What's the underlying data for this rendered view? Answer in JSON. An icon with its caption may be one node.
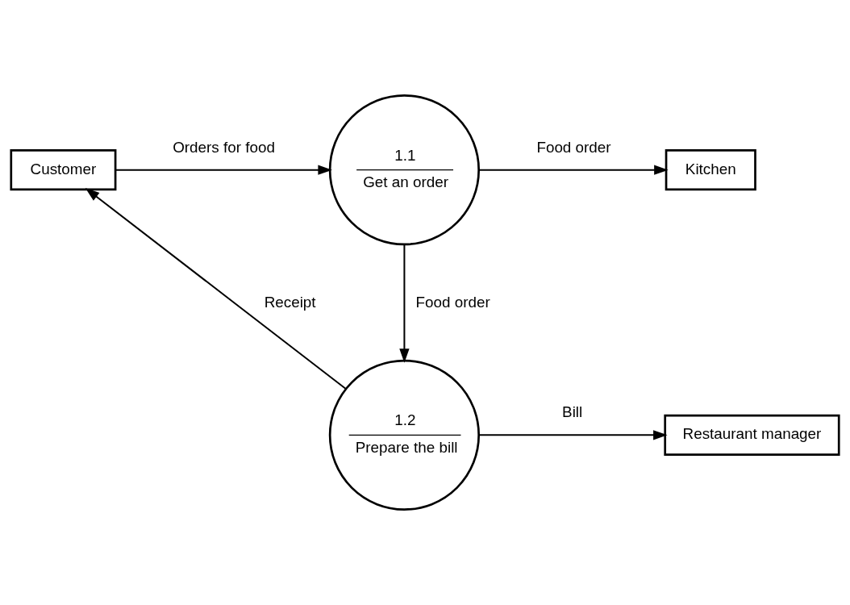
{
  "diagram": {
    "nodes": [
      {
        "text": [
          "Customer"
        ]
      },
      {
        "text": [
          "1.1",
          "Get an order"
        ]
      },
      {
        "text": [
          "Kitchen"
        ]
      },
      {
        "text": [
          "1.2",
          "Prepare the bill"
        ]
      },
      {
        "text": [
          "Restaurant manager"
        ]
      }
    ],
    "edges": [
      {
        "from": 0,
        "to": 1,
        "arrow": "to",
        "label": "Orders for food"
      },
      {
        "from": 1,
        "to": 2,
        "arrow": "to",
        "label": "Food order"
      },
      {
        "from": 1,
        "to": 3,
        "arrow": "to",
        "label": "Food order"
      },
      {
        "from": 3,
        "to": 0,
        "arrow": "to",
        "label": "Receipt"
      },
      {
        "from": 3,
        "to": 4,
        "arrow": "to",
        "label": "Bill"
      }
    ]
  }
}
